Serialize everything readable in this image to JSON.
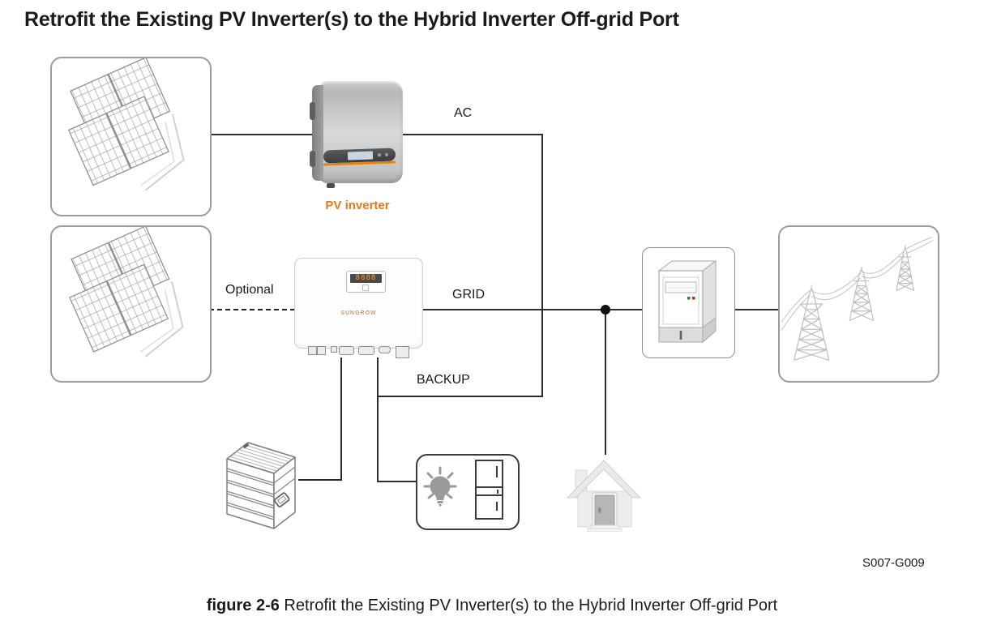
{
  "title": "Retrofit the Existing PV Inverter(s) to the Hybrid Inverter Off-grid Port",
  "caption": {
    "prefix": "figure 2-6",
    "text": " Retrofit the Existing PV Inverter(s) to the Hybrid Inverter Off-grid Port"
  },
  "drawing_code": "S007-G009",
  "labels": {
    "ac": "AC",
    "grid": "GRID",
    "backup": "BACKUP",
    "optional": "Optional",
    "pv_inverter": "PV inverter"
  },
  "hybrid_inverter": {
    "display_value": "8888",
    "brand": "SUNGROW"
  },
  "icons": {
    "pv_array_top": "pv-array-icon",
    "pv_array_bottom": "pv-array-icon",
    "pv_inverter_device": "pv-inverter-device",
    "hybrid_inverter_device": "hybrid-inverter-device",
    "battery": "battery-icon",
    "light": "light-bulb-icon",
    "refrigerator": "refrigerator-icon",
    "house": "house-icon",
    "energy_meter": "energy-meter-icon",
    "utility_grid": "transmission-towers-icon"
  },
  "colors": {
    "accent_orange": "#E8820C",
    "pv_inverter_label_orange": "#E07C1A",
    "wire": "#2B2B2B",
    "box_border": "#9C9C9C"
  }
}
